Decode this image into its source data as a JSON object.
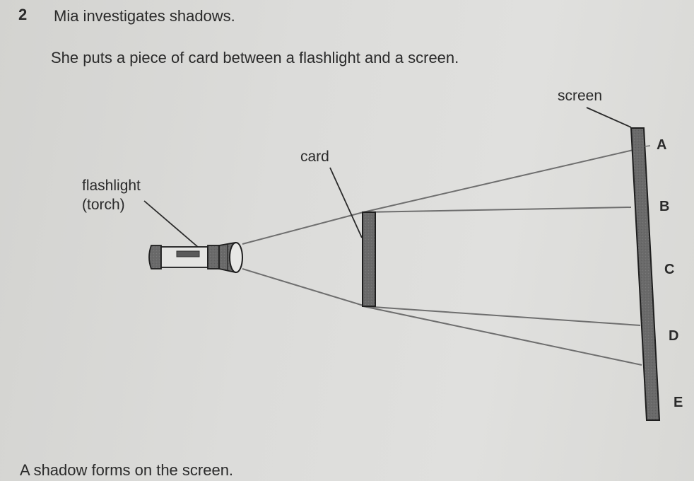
{
  "question": {
    "number": "2",
    "title": "Mia investigates shadows.",
    "intro": "She puts a piece of card between a flashlight and a screen.",
    "footer": "A shadow forms on the screen."
  },
  "diagram": {
    "labels": {
      "flashlight_line1": "flashlight",
      "flashlight_line2": "(torch)",
      "card": "card",
      "screen": "screen"
    },
    "screen_points": [
      "A",
      "B",
      "C",
      "D",
      "E"
    ],
    "colors": {
      "background": "#dcdcda",
      "object_fill": "#6b6b6b",
      "outline": "#1e1e1e",
      "ray": "#6e6e6e",
      "leader_line": "#2a2a2a"
    }
  }
}
